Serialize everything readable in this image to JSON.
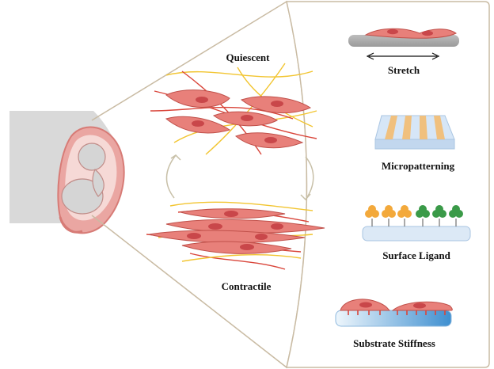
{
  "labels": {
    "quiescent": "Quiescent",
    "contractile": "Contractile",
    "stretch": "Stretch",
    "micropatterning": "Micropatterning",
    "surface_ligand": "Surface Ligand",
    "substrate_stiffness": "Substrate Stiffness"
  },
  "colors": {
    "cell_fill": "#e8807a",
    "cell_stroke": "#c0504a",
    "nucleus": "#c9474a",
    "fiber_yellow": "#f2c531",
    "fiber_red": "#d9453a",
    "body_gray": "#d8d8d8",
    "border_tan": "#c9bba3",
    "pattern_stripe": "#f0c07e",
    "pattern_base": "#d6e6f7",
    "ligand_orange": "#f3a93b",
    "ligand_green": "#3a9a48",
    "substrate_blue": "#5aa0d8"
  }
}
